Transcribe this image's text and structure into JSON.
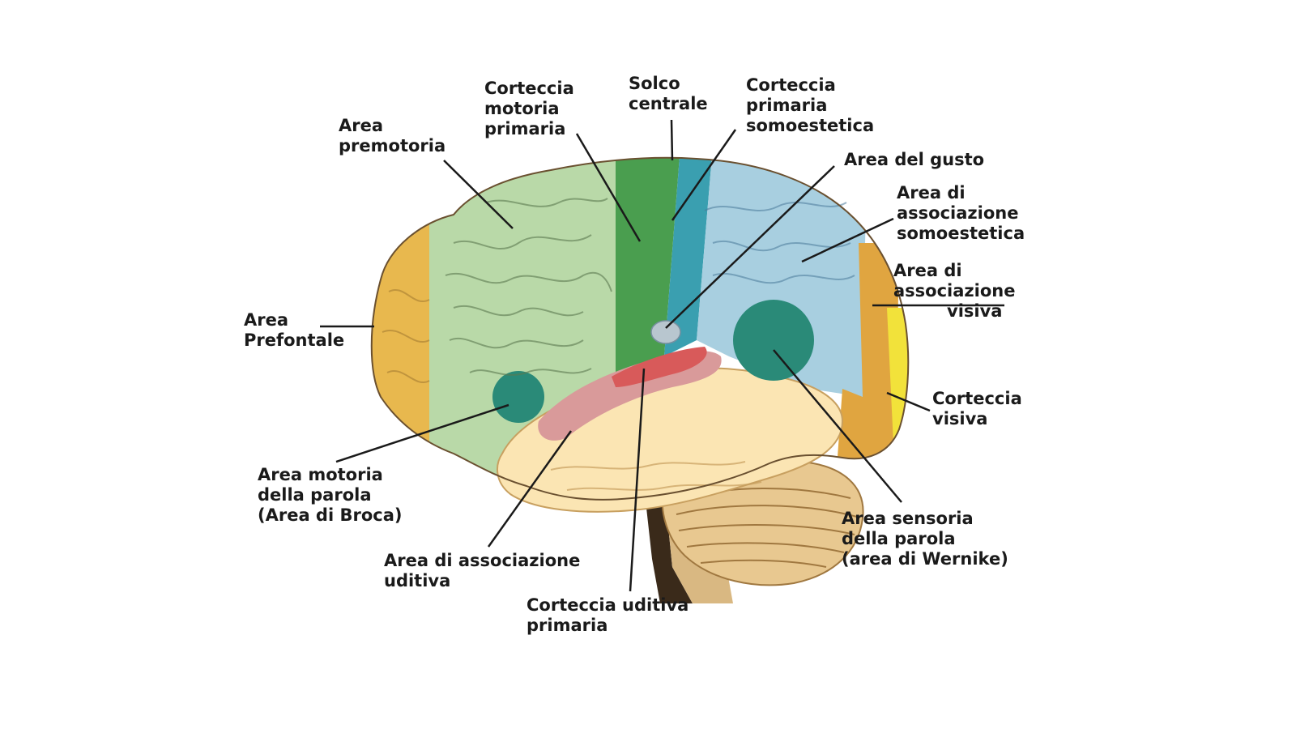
{
  "labels": {
    "area_premotoria": [
      "Area",
      "premotoria"
    ],
    "corteccia_motoria_primaria": [
      "Corteccia",
      "motoria",
      "primaria"
    ],
    "solco_centrale": [
      "Solco",
      "centrale"
    ],
    "corteccia_primaria_somoestetica": [
      "Corteccia",
      "primaria",
      "somoestetica"
    ],
    "area_del_gusto": [
      "Area del gusto"
    ],
    "area_assoc_somoestetica": [
      "Area di",
      "associazione",
      "somoestetica"
    ],
    "area_assoc_visiva": [
      "Area di",
      "associazione",
      "visiva"
    ],
    "area_prefontale": [
      "Area",
      "Prefontale"
    ],
    "corteccia_visiva": [
      "Corteccia",
      "visiva"
    ],
    "area_broca": [
      "Area motoria",
      "della parola",
      "(Area di Broca)"
    ],
    "area_assoc_uditiva": [
      "Area di associazione",
      "uditiva"
    ],
    "corteccia_uditiva_primaria": [
      "Corteccia uditiva",
      "primaria"
    ],
    "area_wernike": [
      "Area sensoria",
      "della parola",
      "(area di Wernike)"
    ]
  },
  "colors": {
    "prefrontal": "#e8b84e",
    "premotor": "#b9d9a8",
    "motor": "#4a9e4f",
    "somatosensory": "#3a9fb0",
    "somatosensory_assoc": "#a8cfe0",
    "visual_assoc": "#e0a540",
    "visual": "#f2e23a",
    "temporal": "#fbe5b3",
    "auditory_primary": "#d85a5a",
    "auditory_assoc": "#d99a9a",
    "speech_areas": "#2a8a78",
    "taste": "#b8c6cf",
    "cerebellum": "#e8c890",
    "outline": "#1a1a1a"
  }
}
